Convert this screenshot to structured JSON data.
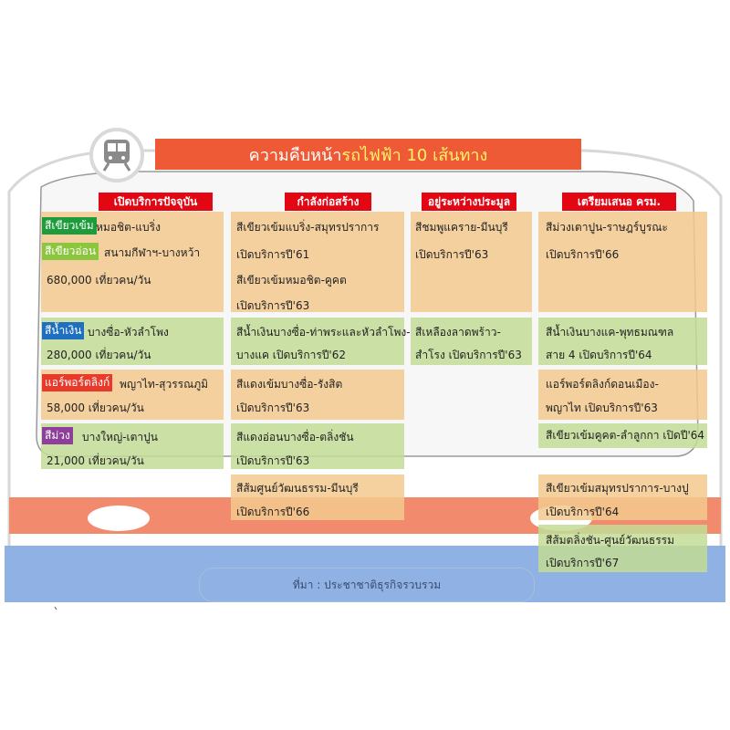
{
  "title": {
    "part1": "ความคืบหน้า",
    "part2": "รถไฟฟ้า 10 เส้นทาง"
  },
  "columns": {
    "open": "เปิดบริการปัจจุบัน",
    "construction": "กำลังก่อสร้าง",
    "bidding": "อยู่ระหว่างประมูล",
    "proposal": "เตรียมเสนอ ครม."
  },
  "open": {
    "dark_green_tag": "สีเขียวเข้ม",
    "dark_green_route": "หมอชิต-แบริ่ง",
    "light_green_tag": "สีเขียวอ่อน",
    "light_green_route": "สนามกีฬาฯ-บางหว้า",
    "green_riders": "680,000 เที่ยวคน/วัน",
    "blue_tag": "สีน้ำเงิน",
    "blue_route": "บางซื่อ-หัวลำโพง",
    "blue_riders": "280,000 เที่ยวคน/วัน",
    "arl_tag": "แอร์พอร์ตลิงก์",
    "arl_route": "พญาไท-สุวรรณภูมิ",
    "arl_riders": "58,000 เที่ยวคน/วัน",
    "purple_tag": "สีม่วง",
    "purple_route": "บางใหญ่-เตาปูน",
    "purple_riders": "21,000 เที่ยวคน/วัน"
  },
  "construction": [
    {
      "line1": "สีเขียวเข้มแบริ่ง-สมุทรปราการ",
      "line2": "เปิดบริการปี'61"
    },
    {
      "line1": "สีเขียวเข้มหมอชิต-คูคต",
      "line2": "เปิดบริการปี'63"
    },
    {
      "line1": "สีน้ำเงินบางซื่อ-ท่าพระและหัวลำโพง-",
      "line2": "บางแค เปิดบริการปี'62"
    },
    {
      "line1": "สีแดงเข้มบางซื่อ-รังสิต",
      "line2": "เปิดบริการปี'63"
    },
    {
      "line1": "สีแดงอ่อนบางซื่อ-ตลิ่งชัน",
      "line2": "เปิดบริการปี'63"
    },
    {
      "line1": "สีส้มศูนย์วัฒนธรรม-มีนบุรี",
      "line2": "เปิดบริการปี'66"
    }
  ],
  "bidding": [
    {
      "line1": "สีชมพูแคราย-มีนบุรี",
      "line2": "เปิดบริการปี'63"
    },
    {
      "line1": "สีเหลืองลาดพร้าว-",
      "line2": "สำโรง เปิดบริการปี'63"
    }
  ],
  "proposal": [
    {
      "line1": "สีม่วงเตาปูน-ราษฎร์บูรณะ",
      "line2": "เปิดบริการปี'66"
    },
    {
      "line1": "สีน้ำเงินบางแค-พุทธมณฑล",
      "line2": "สาย 4 เปิดบริการปี'64"
    },
    {
      "line1": "แอร์พอร์ตลิงก์ดอนเมือง-",
      "line2": "พญาไท เปิดบริการปี'63"
    },
    {
      "line1": "สีเขียวเข้มคูคต-ลำลูกกา เปิดปี'64",
      "line2": ""
    },
    {
      "line1": "สีเขียวเข้มสมุทรปราการ-บางปู",
      "line2": "เปิดบริการปี'64"
    },
    {
      "line1": "สีส้มตลิ่งชัน-ศูนย์วัฒนธรรม",
      "line2": "เปิดบริการปี'67"
    }
  ],
  "source": "ที่มา : ประชาชาติธุรกิจรวบรวม",
  "colors": {
    "title_bg": "#ee5a36",
    "title_highlight": "#fff36b",
    "header_red": "#e30613",
    "block_orange": "#f3c98e",
    "block_green": "#c3dc95",
    "tag_dark_green": "#1e9b3a",
    "tag_light_green": "#8cc63f",
    "tag_blue": "#1f6fc0",
    "tag_arl": "#e8392a",
    "tag_purple": "#8e3f9b",
    "stripe": "#f28a6d",
    "base_blue": "#8fb1e3"
  },
  "icons": [
    "train-icon"
  ]
}
